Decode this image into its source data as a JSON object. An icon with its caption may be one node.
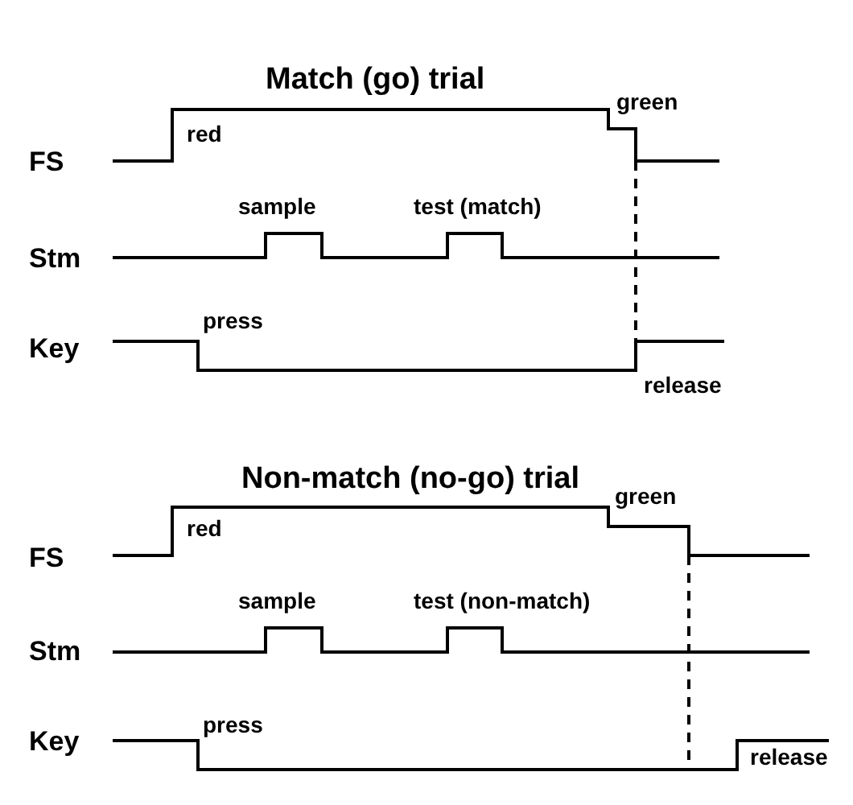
{
  "diagram": {
    "labels": [
      "Match (go) trial",
      "FS",
      "red",
      "green",
      "Stm",
      "sample",
      "test (match)",
      "Key",
      "press",
      "release",
      "Non-match (no-go) trial",
      "FS",
      "red",
      "green",
      "Stm",
      "sample",
      "test (non-match)",
      "Key",
      "press",
      "release"
    ]
  }
}
